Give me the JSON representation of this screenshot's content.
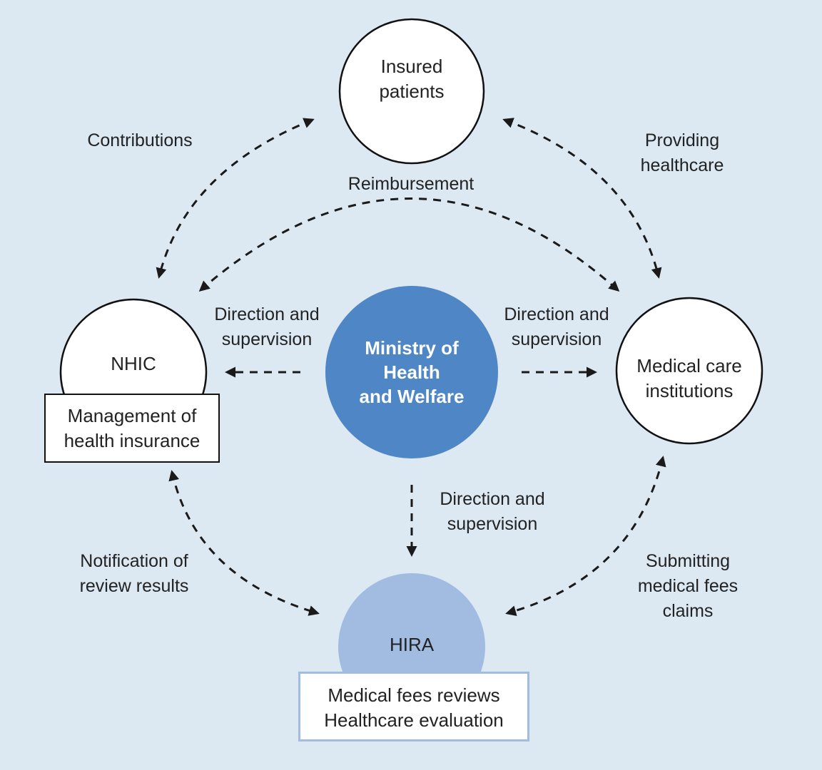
{
  "nodes": {
    "insured": {
      "lines": [
        "Insured",
        "patients"
      ]
    },
    "nhic": {
      "lines": [
        "NHIC"
      ]
    },
    "medical": {
      "lines": [
        "Medical care",
        "institutions"
      ]
    },
    "ministry": {
      "lines": [
        "Ministry of",
        "Health",
        "and Welfare"
      ]
    },
    "hira": {
      "lines": [
        "HIRA"
      ]
    }
  },
  "boxes": {
    "nhic_box": {
      "lines": [
        "Management of",
        "health insurance"
      ]
    },
    "hira_box": {
      "lines": [
        "Medical fees reviews",
        "Healthcare evaluation"
      ]
    }
  },
  "edge_labels": {
    "contributions": {
      "lines": [
        "Contributions"
      ]
    },
    "providing": {
      "lines": [
        "Providing",
        "healthcare"
      ]
    },
    "reimbursement": {
      "lines": [
        "Reimbursement"
      ]
    },
    "dir_left": {
      "lines": [
        "Direction and",
        "supervision"
      ]
    },
    "dir_right": {
      "lines": [
        "Direction and",
        "supervision"
      ]
    },
    "dir_down": {
      "lines": [
        "Direction and",
        "supervision"
      ]
    },
    "notification": {
      "lines": [
        "Notification of",
        "review results"
      ]
    },
    "submitting": {
      "lines": [
        "Submitting",
        "medical fees",
        "claims"
      ]
    }
  },
  "colors": {
    "background": "#dce9f2",
    "ministry_fill": "#4f86c6",
    "hira_fill": "#a2bbe1",
    "hira_box_border": "#a2bbe1",
    "node_fill": "#ffffff",
    "arrow": "#1a1a1a"
  }
}
